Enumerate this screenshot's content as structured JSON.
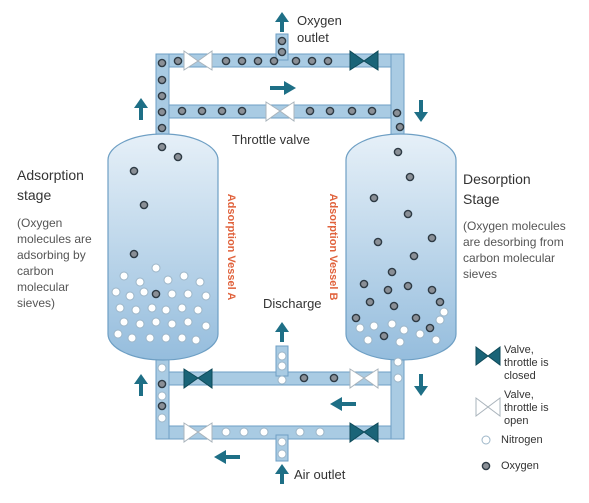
{
  "labels": {
    "oxygen_outlet": "Oxygen outlet",
    "throttle_valve": "Throttle valve",
    "discharge": "Discharge",
    "air_outlet": "Air outlet",
    "adsorption_title": "Adsorption stage",
    "adsorption_note": "(Oxygen molecules are adsorbing by carbon molecular sieves)",
    "desorption_title": "Desorption Stage",
    "desorption_note": "(Oxygen molecules are desorbing from carbon molecular sieves",
    "vessel_a": "Adsorption Vessel A",
    "vessel_b": "Adsorption Vessel B"
  },
  "legend": {
    "closed": "Valve, throttle is closed",
    "open": "Valve, throttle is open",
    "nitrogen": "Nitrogen",
    "oxygen": "Oxygen"
  },
  "colors": {
    "pipe": "#a9cbe3",
    "pipe_edge": "#6e9fc4",
    "vessel_top": "#e4eff8",
    "vessel_bottom": "#9ec3e0",
    "valve": "#1a6478",
    "arrow": "#1e6f86",
    "label_red": "#e0623c"
  }
}
